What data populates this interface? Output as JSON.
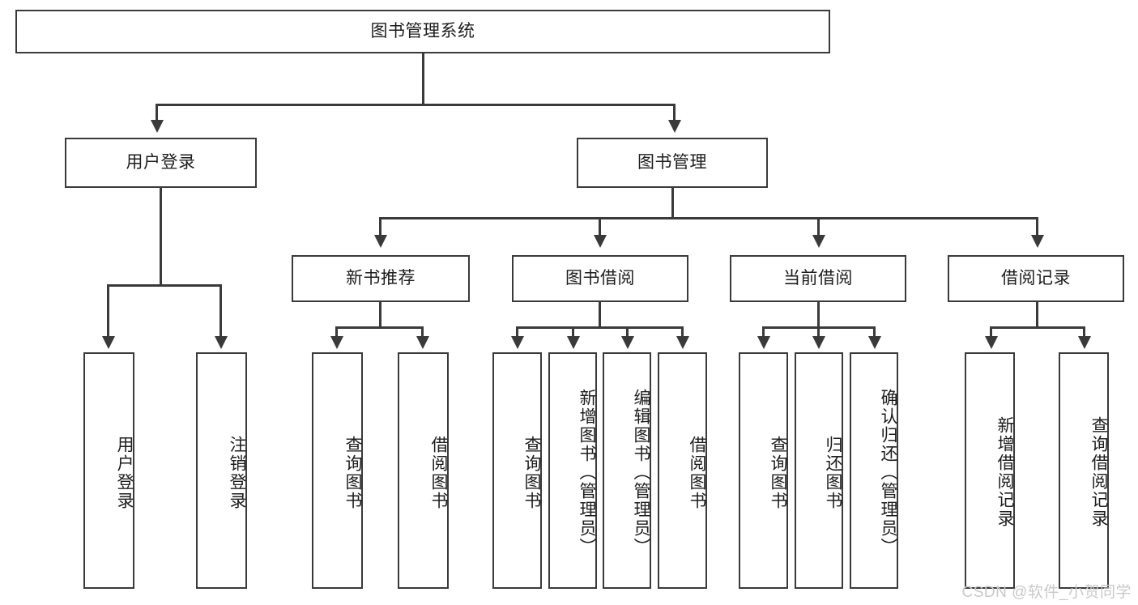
{
  "diagram": {
    "type": "tree-hierarchy",
    "title": "图书管理系统",
    "watermark": "CSDN @软件_小贺同学",
    "colors": {
      "box_border": "#3a3a3a",
      "box_fill": "#ffffff",
      "text": "#1d1d1d",
      "connector": "#3a3a3a",
      "watermark": "#c9c9c9",
      "background": "#ffffff"
    },
    "root": {
      "label": "图书管理系统"
    },
    "level2": [
      {
        "id": "user-login",
        "label": "用户登录"
      },
      {
        "id": "book-manage",
        "label": "图书管理"
      }
    ],
    "level3": [
      {
        "id": "new-book-recommend",
        "label": "新书推荐",
        "parent": "book-manage"
      },
      {
        "id": "book-borrow",
        "label": "图书借阅",
        "parent": "book-manage"
      },
      {
        "id": "current-borrow",
        "label": "当前借阅",
        "parent": "book-manage"
      },
      {
        "id": "borrow-record",
        "label": "借阅记录",
        "parent": "book-manage"
      }
    ],
    "leaves": {
      "user-login": [
        {
          "id": "leaf-user-login",
          "label": "用户登录"
        },
        {
          "id": "leaf-user-logout",
          "label": "注销登录"
        }
      ],
      "new-book-recommend": [
        {
          "id": "leaf-query-book-1",
          "label": "查询图书"
        },
        {
          "id": "leaf-borrow-book-1",
          "label": "借阅图书"
        }
      ],
      "book-borrow": [
        {
          "id": "leaf-query-book-2",
          "label": "查询图书"
        },
        {
          "id": "leaf-add-book",
          "label": "新增图书（管理员）"
        },
        {
          "id": "leaf-edit-book",
          "label": "编辑图书（管理员）"
        },
        {
          "id": "leaf-borrow-book-2",
          "label": "借阅图书"
        }
      ],
      "current-borrow": [
        {
          "id": "leaf-query-book-3",
          "label": "查询图书"
        },
        {
          "id": "leaf-return-book",
          "label": "归还图书"
        },
        {
          "id": "leaf-confirm-return",
          "label": "确认归还（管理员）"
        }
      ],
      "borrow-record": [
        {
          "id": "leaf-add-record",
          "label": "新增借阅记录"
        },
        {
          "id": "leaf-query-record",
          "label": "查询借阅记录"
        }
      ]
    }
  }
}
